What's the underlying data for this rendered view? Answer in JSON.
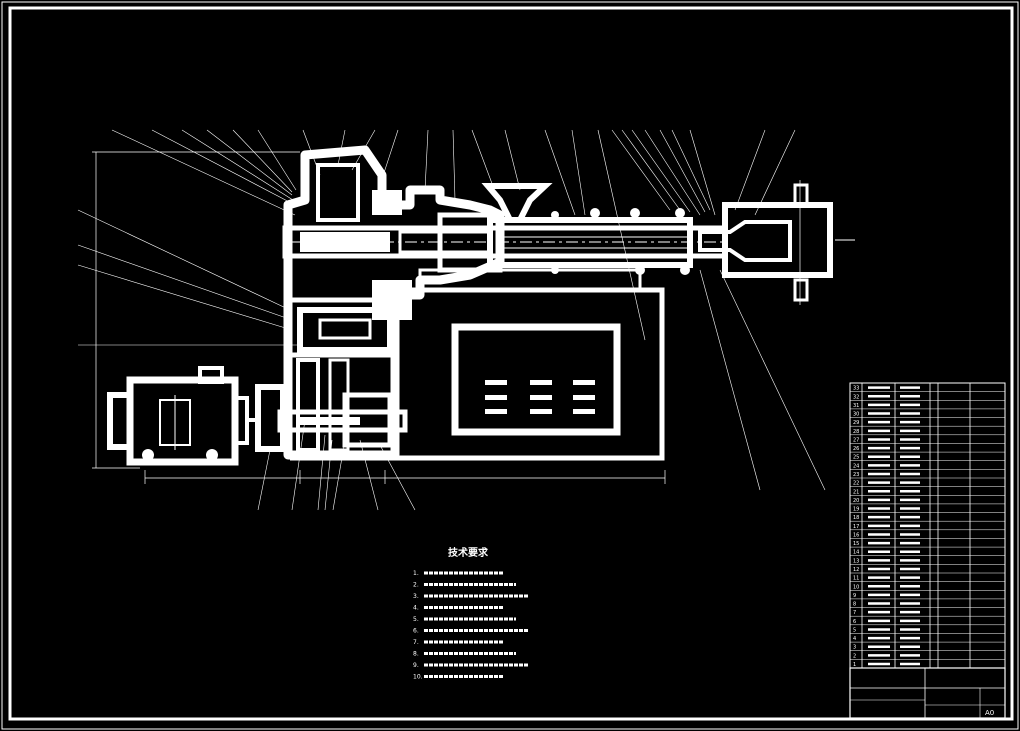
{
  "colors": {
    "background": "#000000",
    "lines": "#ffffff"
  },
  "notes": {
    "title": "技术要求",
    "items": [
      "1.",
      "2.",
      "3.",
      "4.",
      "5.",
      "6.",
      "7.",
      "8.",
      "9.",
      "10."
    ]
  },
  "parts_table": {
    "row_numbers": [
      "33",
      "32",
      "31",
      "30",
      "29",
      "28",
      "27",
      "26",
      "25",
      "24",
      "23",
      "22",
      "21",
      "20",
      "19",
      "18",
      "17",
      "16",
      "15",
      "14",
      "13",
      "12",
      "11",
      "10",
      "9",
      "8",
      "7",
      "6",
      "5",
      "4",
      "3",
      "2",
      "1"
    ]
  },
  "title_block": {
    "right_cell": "A0"
  }
}
